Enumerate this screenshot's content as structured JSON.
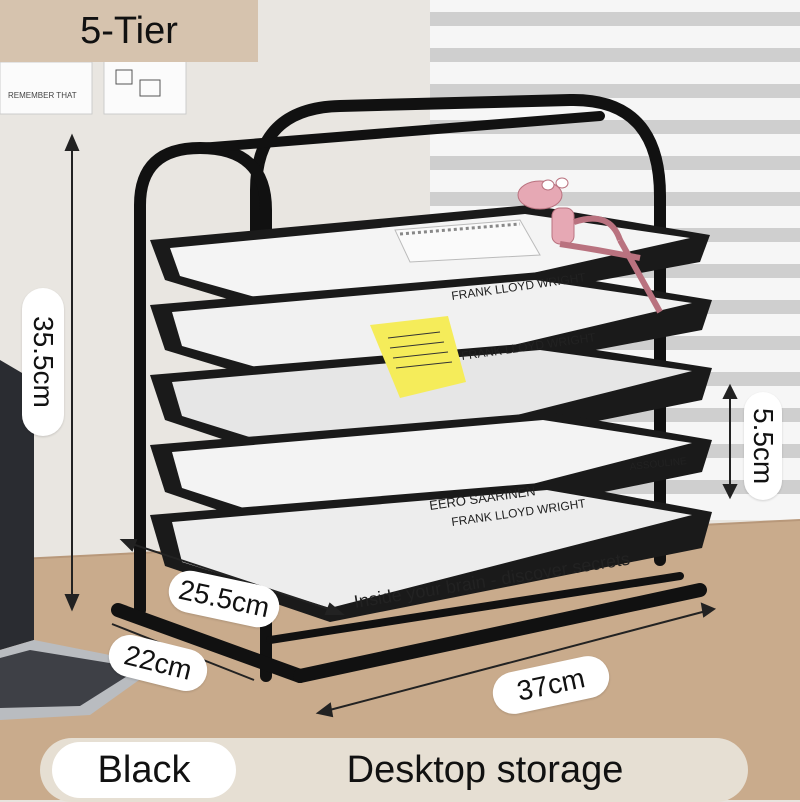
{
  "badge": {
    "tier": "5-Tier"
  },
  "dimensions": {
    "height": "35.5cm",
    "tier_gap": "5.5cm",
    "diagonal": "25.5cm",
    "depth": "22cm",
    "width": "37cm"
  },
  "footer": {
    "color": "Black",
    "description": "Desktop storage"
  },
  "books": {
    "top_author": "FRANK LLOYD WRIGHT",
    "second_author": "FRANK LLOYD WRIGHT",
    "fourth_title": "EERO SAARINEN",
    "fourth_author": "FRANK LLOYD WRIGHT",
    "fourth_publisher": "ASSOULINE",
    "bottom_title": "Inside your brain - discover secrets"
  },
  "notes": {
    "left": "REMEMBER THAT"
  }
}
